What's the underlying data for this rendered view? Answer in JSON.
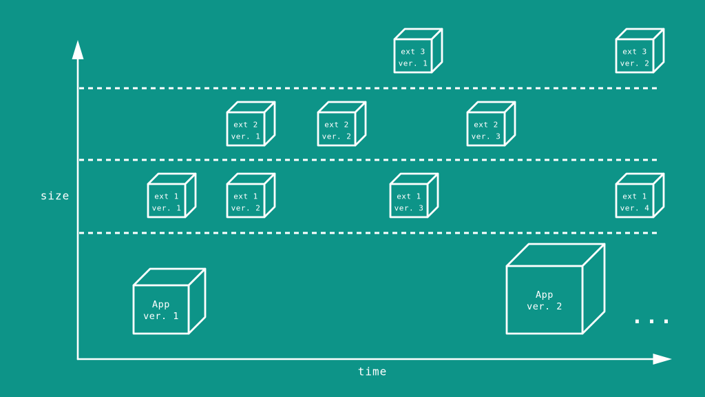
{
  "colors": {
    "background": "#0d9488",
    "foreground": "#ffffff"
  },
  "axes": {
    "y_label": "size",
    "x_label": "time"
  },
  "ellipsis": "...",
  "boxes": [
    {
      "name": "ext3-ver1",
      "line1": "ext 3",
      "line2": "ver. 1"
    },
    {
      "name": "ext3-ver2",
      "line1": "ext 3",
      "line2": "ver. 2"
    },
    {
      "name": "ext2-ver1",
      "line1": "ext 2",
      "line2": "ver. 1"
    },
    {
      "name": "ext2-ver2",
      "line1": "ext 2",
      "line2": "ver. 2"
    },
    {
      "name": "ext2-ver3",
      "line1": "ext 2",
      "line2": "ver. 3"
    },
    {
      "name": "ext1-ver1",
      "line1": "ext 1",
      "line2": "ver. 1"
    },
    {
      "name": "ext1-ver2",
      "line1": "ext 1",
      "line2": "ver. 2"
    },
    {
      "name": "ext1-ver3",
      "line1": "ext 1",
      "line2": "ver. 3"
    },
    {
      "name": "ext1-ver4",
      "line1": "ext 1",
      "line2": "ver. 4"
    },
    {
      "name": "app-ver1",
      "line1": "App",
      "line2": "ver. 1"
    },
    {
      "name": "app-ver2",
      "line1": "App",
      "line2": "ver. 2"
    }
  ]
}
